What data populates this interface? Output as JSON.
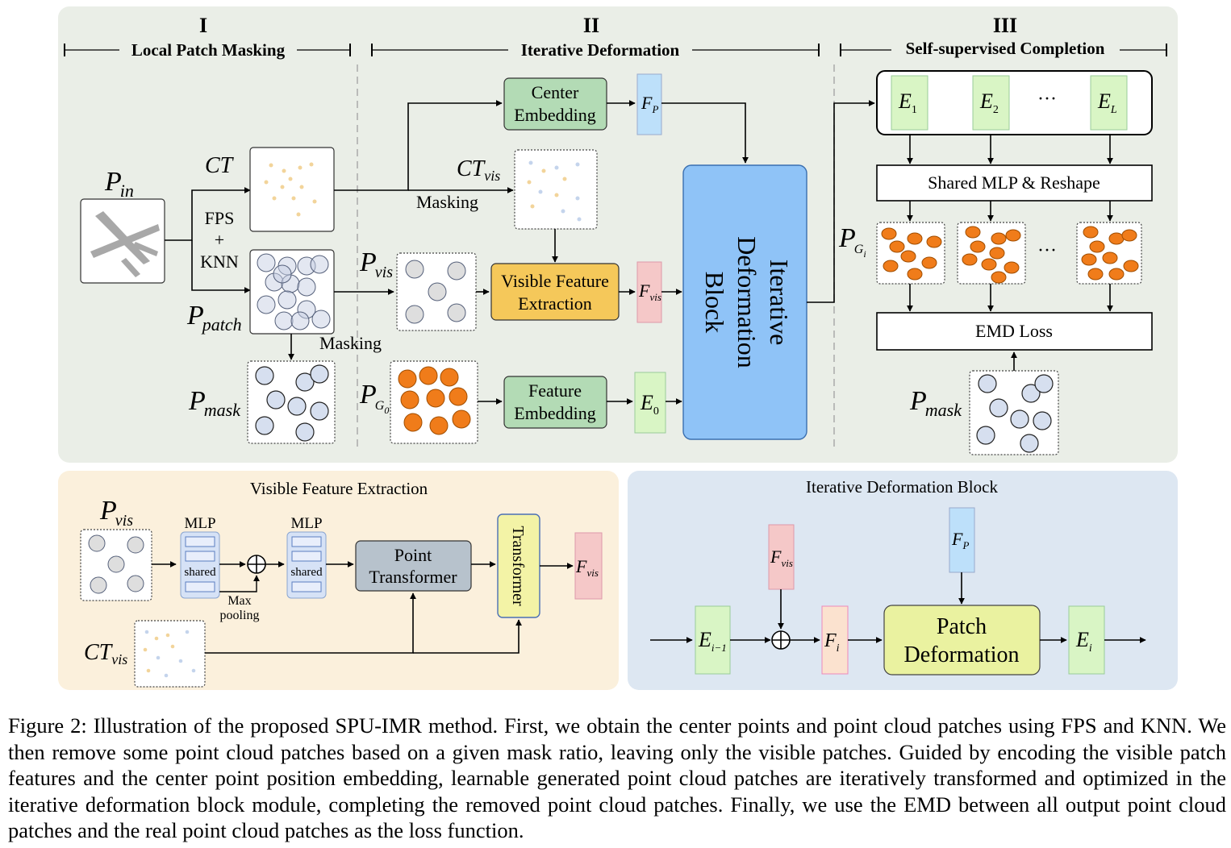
{
  "sections": {
    "s1_roman": "I",
    "s1_title": "Local Patch Masking",
    "s2_roman": "II",
    "s2_title": "Iterative Deformation",
    "s3_roman": "III",
    "s3_title": "Self-supervised Completion"
  },
  "labels": {
    "P": "P",
    "P_in_sub": "in",
    "CT": "CT",
    "fps": "FPS",
    "plus": "+",
    "knn": "KNN",
    "P_patch_sub": "patch",
    "masking": "Masking",
    "P_mask_sub": "mask",
    "CT_vis_sub": "vis",
    "P_vis_sub": "vis",
    "P_G0_sub": "G",
    "zero": "0",
    "P_Gi_sub": "G",
    "i": "i",
    "F": "F",
    "F_P_sub": "P",
    "F_vis_sub": "vis",
    "E": "E",
    "E1_sub": "1",
    "E2_sub": "2",
    "EL_sub": "L",
    "dots": "···",
    "E_im1_sub": "i−1",
    "max": "Max",
    "pooling": "pooling"
  },
  "blocks": {
    "center_emb_l1": "Center",
    "center_emb_l2": "Embedding",
    "vfe_l1": "Visible Feature",
    "vfe_l2": "Extraction",
    "feat_emb_l1": "Feature",
    "feat_emb_l2": "Embedding",
    "idb_l1": "Iterative",
    "idb_l2": "Deformation",
    "idb_l3": "Block",
    "shared_mlp": "Shared MLP & Reshape",
    "emd_loss": "EMD Loss",
    "vfe_panel_title": "Visible Feature Extraction",
    "idb_panel_title": "Iterative Deformation Block",
    "mlp": "MLP",
    "shared": "shared",
    "point_transformer_l1": "Point",
    "point_transformer_l2": "Transformer",
    "transformer": "Transformer",
    "patch_def_l1": "Patch",
    "patch_def_l2": "Deformation"
  },
  "colors": {
    "top_panel": "#eaeee7",
    "vfe_panel": "#fbf0dc",
    "idb_panel": "#dde7f2",
    "green_block": "#b3dbb5",
    "yellow_block": "#f5c85a",
    "idb_blue": "#8fc3f7",
    "fp_blue": "#bde0fa",
    "fvis_pink": "#f5c8c8",
    "e_green": "#d9f5c5",
    "fi_peach": "#fbe2cf",
    "orange_point": "#f07c1a",
    "mask_circle": "#d6dfef",
    "pt_gray": "#b7c2cc",
    "transformer_yellow": "#f3f3a6",
    "patch_def_yellow": "#eaf2a0"
  },
  "caption": "Figure 2: Illustration of the proposed SPU-IMR method. First, we obtain the center points and point cloud patches using FPS and KNN. We then remove some point cloud patches based on a given mask ratio, leaving only the visible patches. Guided by encoding the visible patch features and the center point position embedding, learnable generated point cloud patches are iteratively transformed and optimized in the iterative deformation block module, completing the removed point cloud patches. Finally, we use the EMD between all output point cloud patches and the real point cloud patches as the loss function."
}
